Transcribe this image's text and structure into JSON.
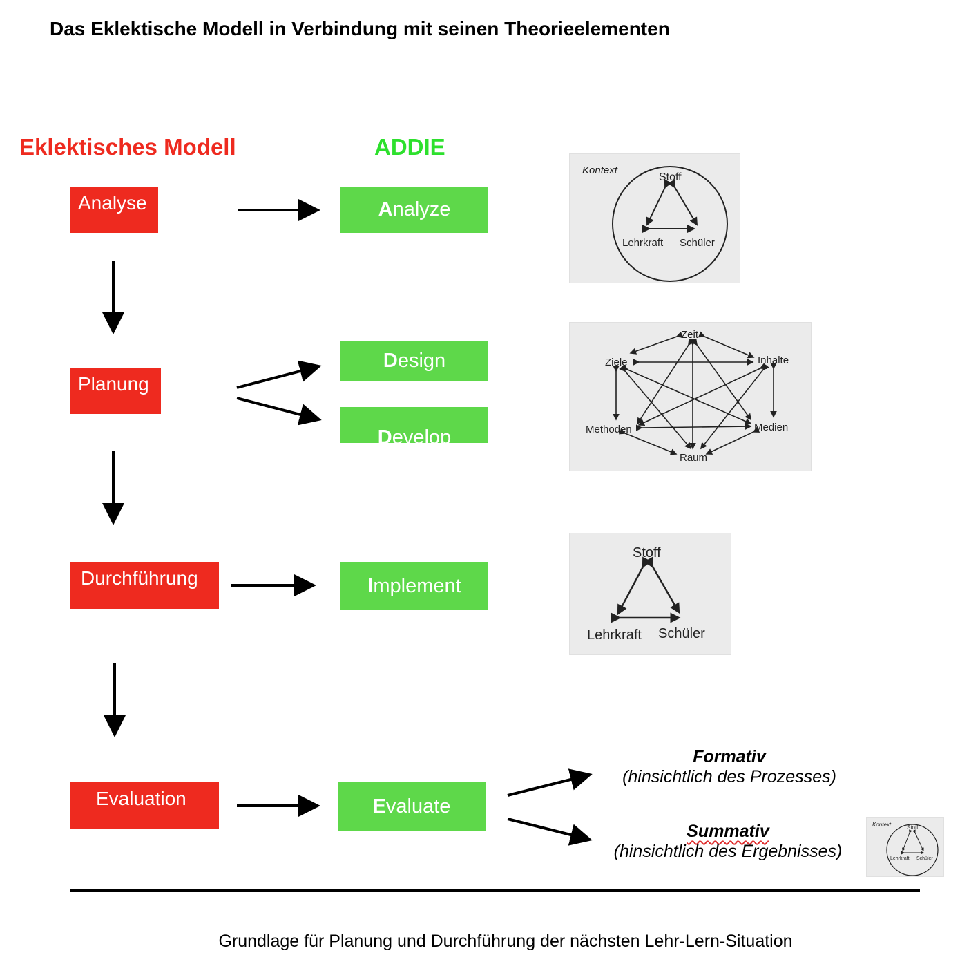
{
  "title": "Das Eklektische Modell in Verbindung mit seinen Theorieelementen",
  "columns": {
    "eklektisch": "Eklektisches Modell",
    "addie": "ADDIE"
  },
  "eklektisch_steps": [
    {
      "label": "Analyse"
    },
    {
      "label": "Planung"
    },
    {
      "label": "Durchführung"
    },
    {
      "label": "Evaluation"
    }
  ],
  "addie_steps": [
    {
      "initial": "A",
      "rest": "nalyze"
    },
    {
      "initial": "D",
      "rest": "esign"
    },
    {
      "initial": "D",
      "rest": "evelop"
    },
    {
      "initial": "I",
      "rest": "mplement"
    },
    {
      "initial": "E",
      "rest": "valuate"
    }
  ],
  "triangle_context": {
    "context": "Kontext",
    "top": "Stoff",
    "left": "Lehrkraft",
    "right": "Schüler"
  },
  "hexagon": {
    "nodes": [
      "Zeit",
      "Ziele",
      "Inhalte",
      "Methoden",
      "Medien",
      "Raum"
    ]
  },
  "triangle_plain": {
    "top": "Stoff",
    "left": "Lehrkraft",
    "right": "Schüler"
  },
  "evaluation_outcomes": {
    "formativ": {
      "title": "Formativ",
      "sub": "(hinsichtlich des Prozesses)"
    },
    "summativ": {
      "title": "Summativ",
      "sub": "(hinsichtlich des Ergebnisses)"
    }
  },
  "footer": "Grundlage für Planung und Durchführung der nächsten Lehr-Lern-Situation",
  "colors": {
    "eklektisch_red": "#ee2a1f",
    "addie_green": "#5ed84a",
    "addie_heading_green": "#2de02d"
  }
}
